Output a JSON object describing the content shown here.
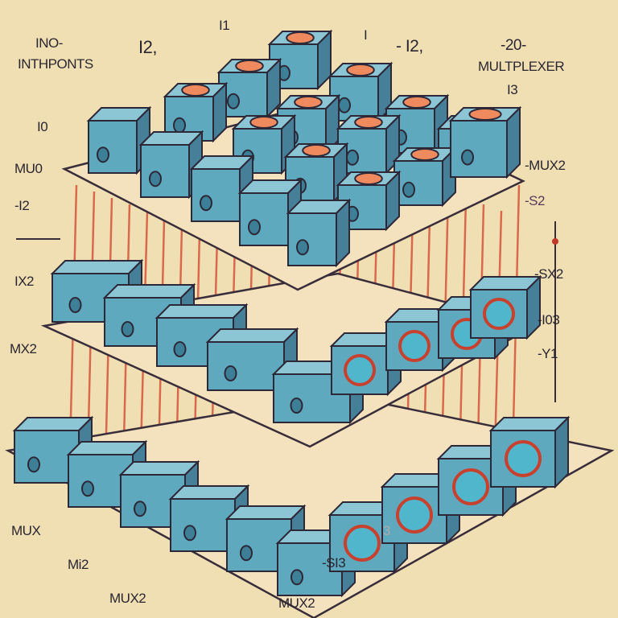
{
  "title": "MULTPLEXER",
  "colors": {
    "background": "#f1dfb4",
    "block": "#5fa9bf",
    "block_dark": "#467f98",
    "wire": "#d9694c",
    "button": "#ef8a5e",
    "platform": "#f4e2be"
  },
  "labels": {
    "ino": "INO-",
    "inthponts": "INTHPONTS",
    "i1": "I1",
    "i2_left": "I2,",
    "i_top": "I",
    "i2_right": "- I2,",
    "twenty": "-20-",
    "multiplexer": "MULTPLEXER",
    "i3": "I3",
    "i0": "I0",
    "mu0": "MU0",
    "neg_i2": "-I2",
    "ix2": "IX2",
    "mx2": "MX2",
    "mux2_right": "-MUX2",
    "s2": "-S2",
    "sx2": "-SX2",
    "io3": "-I03",
    "y1": "-Y1",
    "mux_bottom_left": "MUX",
    "mi2": "Mi2",
    "mux2_bottom_left": "MUX2",
    "mux2_bottom_right": "MUX2",
    "si3": "-SI3",
    "three": "3"
  }
}
